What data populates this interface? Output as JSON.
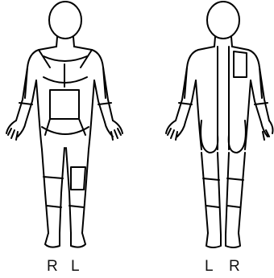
{
  "figures": {
    "front": {
      "side_labels": [
        "R",
        "L"
      ]
    },
    "back": {
      "side_labels": [
        "L",
        "R"
      ]
    }
  },
  "colors": {
    "line": "#000000",
    "background": "#ffffff"
  }
}
